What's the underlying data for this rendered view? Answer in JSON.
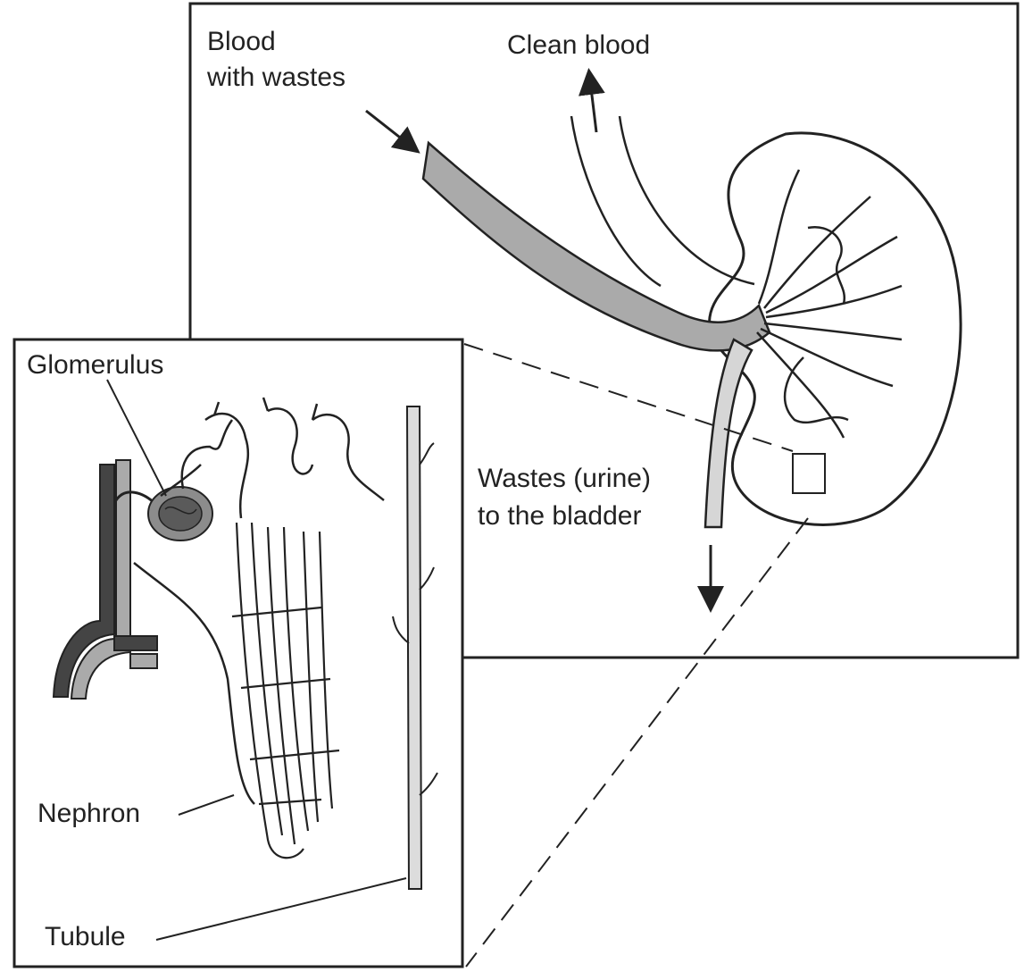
{
  "labels": {
    "blood_with_wastes_line1": "Blood",
    "blood_with_wastes_line2": "with wastes",
    "clean_blood": "Clean blood",
    "wastes_line1": "Wastes (urine)",
    "wastes_line2": "to the bladder",
    "glomerulus": "Glomerulus",
    "nephron": "Nephron",
    "tubule": "Tubule"
  },
  "colors": {
    "line": "#222222",
    "vessel_fill": "#aaaaaa",
    "ureter_fill": "#d6d6d6",
    "tubule_fill": "#dcdcdc",
    "glomerulus_fill": "#8c8c8c",
    "dark_vessel": "#444444"
  }
}
